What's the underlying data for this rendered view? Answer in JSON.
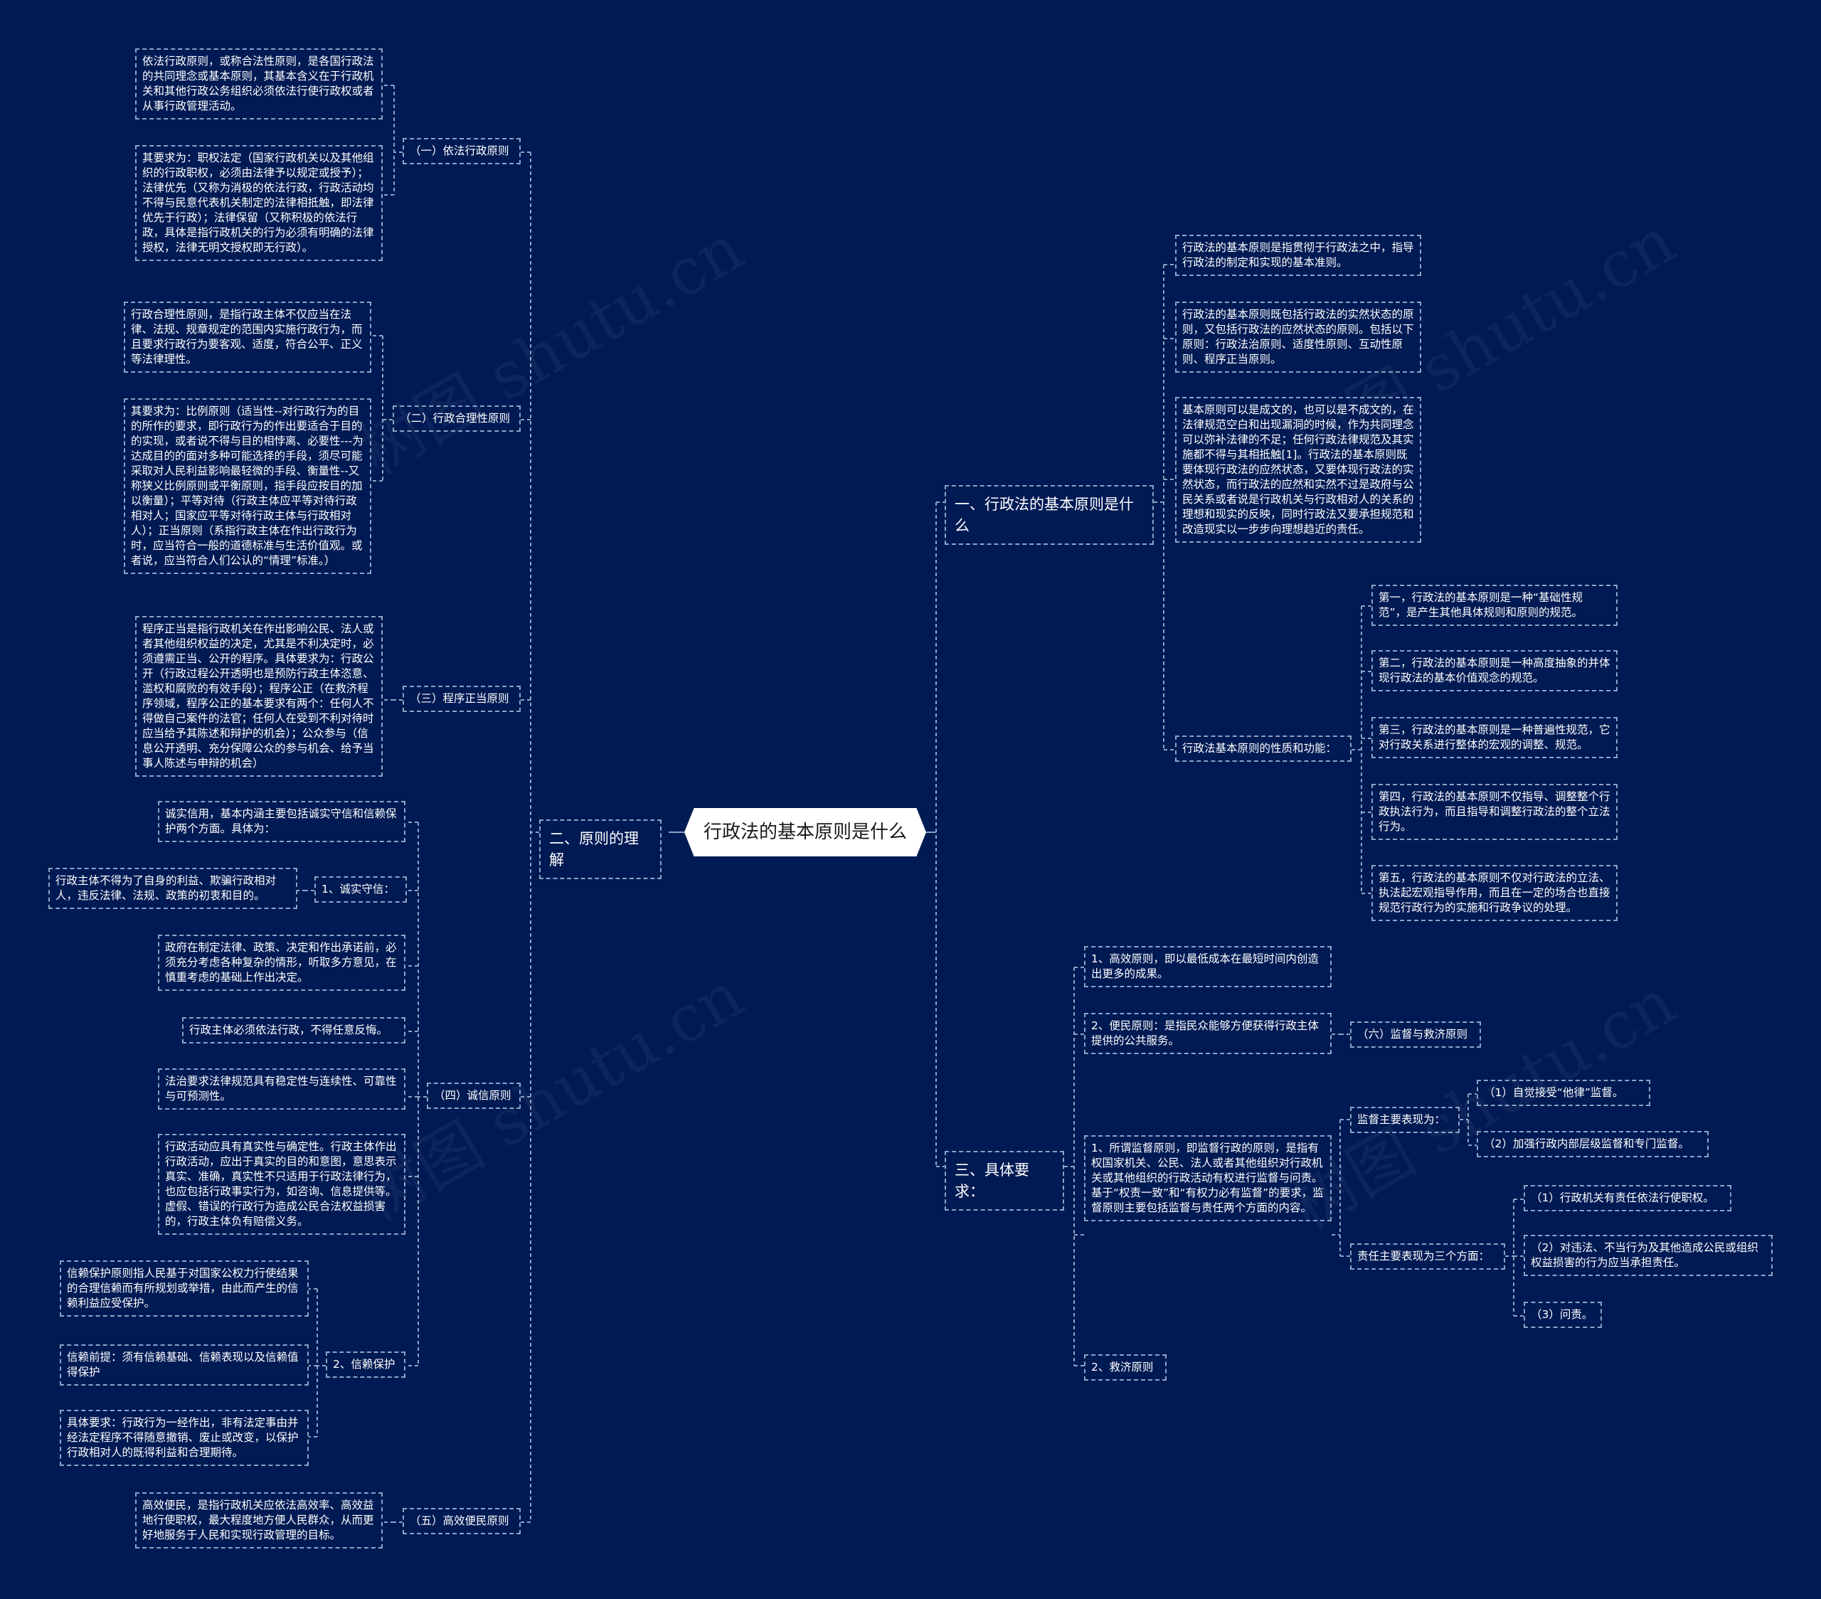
{
  "root": "行政法的基本原则是什么",
  "branch1": {
    "title": "一、行政法的基本原则是什么",
    "p1": "行政法的基本原则是指贯彻于行政法之中，指导行政法的制定和实现的基本准则。",
    "p2": "行政法的基本原则既包括行政法的实然状态的原则，又包括行政法的应然状态的原则。包括以下原则：行政法治原则、适度性原则、互动性原则、程序正当原则。",
    "p3": "基本原则可以是成文的，也可以是不成文的，在法律规范空白和出现漏洞的时候，作为共同理念可以弥补法律的不足；任何行政法律规范及其实施都不得与其相抵触[1]。行政法的基本原则既要体现行政法的应然状态，又要体现行政法的实然状态，而行政法的应然和实然不过是政府与公民关系或者说是行政机关与行政相对人的关系的理想和现实的反映，同时行政法又要承担规范和改造现实以一步步向理想趋近的责任。",
    "nature": {
      "label": "行政法基本原则的性质和功能：",
      "items": [
        "第一，行政法的基本原则是一种“基础性规范”，是产生其他具体规则和原则的规范。",
        "第二，行政法的基本原则是一种高度抽象的并体现行政法的基本价值观念的规范。",
        "第三，行政法的基本原则是一种普遍性规范，它对行政关系进行整体的宏观的调整、规范。",
        "第四，行政法的基本原则不仅指导、调整整个行政执法行为，而且指导和调整行政法的整个立法行为。",
        "第五，行政法的基本原则不仅对行政法的立法、执法起宏观指导作用，而且在一定的场合也直接规范行政行为的实施和行政争议的处理。"
      ]
    }
  },
  "branch3": {
    "title": "三、具体要求：",
    "efficiency": "1、高效原则，即以最低成本在最短时间内创造出更多的成果。",
    "convenience": "2、便民原则：是指民众能够方便获得行政主体提供的公共服务。",
    "six": "（六）监督与救济原则",
    "supervision": "1、所谓监督原则，即监督行政的原则，是指有权国家机关、公民、法人或者其他组织对行政机关或其他组织的行政活动有权进行监督与问责。基于“权责一致”和“有权力必有监督”的要求，监督原则主要包括监督与责任两个方面的内容。",
    "sup_label": "监督主要表现为：",
    "sup_items": [
      "（1）自觉接受“他律”监督。",
      "（2）加强行政内部层级监督和专门监督。"
    ],
    "resp_label": "责任主要表现为三个方面：",
    "resp_items": [
      "（1）行政机关有责任依法行使职权。",
      "（2）对违法、不当行为及其他造成公民或组织权益损害的行为应当承担责任。",
      "（3）问责。"
    ],
    "relief": "2、救济原则"
  },
  "branch2": {
    "title": "二、原则的理解",
    "s1": {
      "label": "（一）依法行政原则",
      "t1": "依法行政原则，或称合法性原则，是各国行政法的共同理念或基本原则，其基本含义在于行政机关和其他行政公务组织必须依法行使行政权或者从事行政管理活动。",
      "t2": "其要求为：职权法定（国家行政机关以及其他组织的行政职权，必须由法律予以规定或授予）；法律优先（又称为消极的依法行政，行政活动均不得与民意代表机关制定的法律相抵触，即法律优先于行政）；法律保留（又称积极的依法行政，具体是指行政机关的行为必须有明确的法律授权，法律无明文授权即无行政）。"
    },
    "s2": {
      "label": "（二）行政合理性原则",
      "t1": "行政合理性原则，是指行政主体不仅应当在法律、法规、规章规定的范围内实施行政行为，而且要求行政行为要客观、适度，符合公平、正义等法律理性。",
      "t2": "其要求为：比例原则（适当性--对行政行为的目的所作的要求，即行政行为的作出要适合于目的的实现，或者说不得与目的相悖离、必要性---为达成目的的面对多种可能选择的手段，须尽可能采取对人民利益影响最轻微的手段、衡量性--又称狭义比例原则或平衡原则，指手段应按目的加以衡量）；平等对待（行政主体应平等对待行政相对人；国家应平等对待行政主体与行政相对人）；正当原则（系指行政主体在作出行政行为时，应当符合一般的道德标准与生活价值观。或者说，应当符合人们公认的“情理”标准。）"
    },
    "s3": {
      "label": "（三）程序正当原则",
      "t1": "程序正当是指行政机关在作出影响公民、法人或者其他组织权益的决定，尤其是不利决定时，必须遵需正当、公开的程序。具体要求为：行政公开（行政过程公开透明也是预防行政主体恣意、滥权和腐败的有效手段）；程序公正（在救济程序领域，程序公正的基本要求有两个：任何人不得做自己案件的法官；任何人在受到不利对待时应当给予其陈述和辩护的机会）；公众参与（信息公开透明、充分保障公众的参与机会、给予当事人陈述与申辩的机会）"
    },
    "s4": {
      "label": "（四）诚信原则",
      "intro": "诚实信用，基本内涵主要包括诚实守信和信赖保护两个方面。具体为：",
      "hon_label": "1、诚实守信：",
      "hon_item": "行政主体不得为了自身的利益、欺骗行政相对人，违反法律、法规、政策的初衷和目的。",
      "t_gov": "政府在制定法律、政策、决定和作出承诺前，必须充分考虑各种复杂的情形，听取多方意见，在慎重考虑的基础上作出决定。",
      "t_law": "行政主体必须依法行政，不得任意反悔。",
      "t_stab": "法治要求法律规范具有稳定性与连续性、可靠性与可预测性。",
      "t_real": "行政活动应具有真实性与确定性。行政主体作出行政活动，应出于真实的目的和意图，意思表示真实、准确，真实性不只适用于行政法律行为，也应包括行政事实行为，如咨询、信息提供等。虚假、错误的行政行为造成公民合法权益损害的，行政主体负有赔偿义务。",
      "trust_label": "2、信赖保护",
      "trust1": "信赖保护原则指人民基于对国家公权力行使结果的合理信赖而有所规划或举措，由此而产生的信赖利益应受保护。",
      "trust2": "信赖前提：须有信赖基础、信赖表现以及信赖值得保护",
      "trust3": "具体要求：行政行为一经作出，非有法定事由并经法定程序不得随意撤销、废止或改变，以保护行政相对人的既得利益和合理期待。"
    },
    "s5": {
      "label": "（五）高效便民原则",
      "t1": "高效便民，是指行政机关应依法高效率、高效益地行使职权，最大程度地方便人民群众，从而更好地服务于人民和实现行政管理的目标。"
    }
  },
  "watermark": "树图 shutu.cn",
  "colors": {
    "background": "#001a54",
    "connector": "#8fa3c6",
    "root_fill": "#ffffff"
  }
}
